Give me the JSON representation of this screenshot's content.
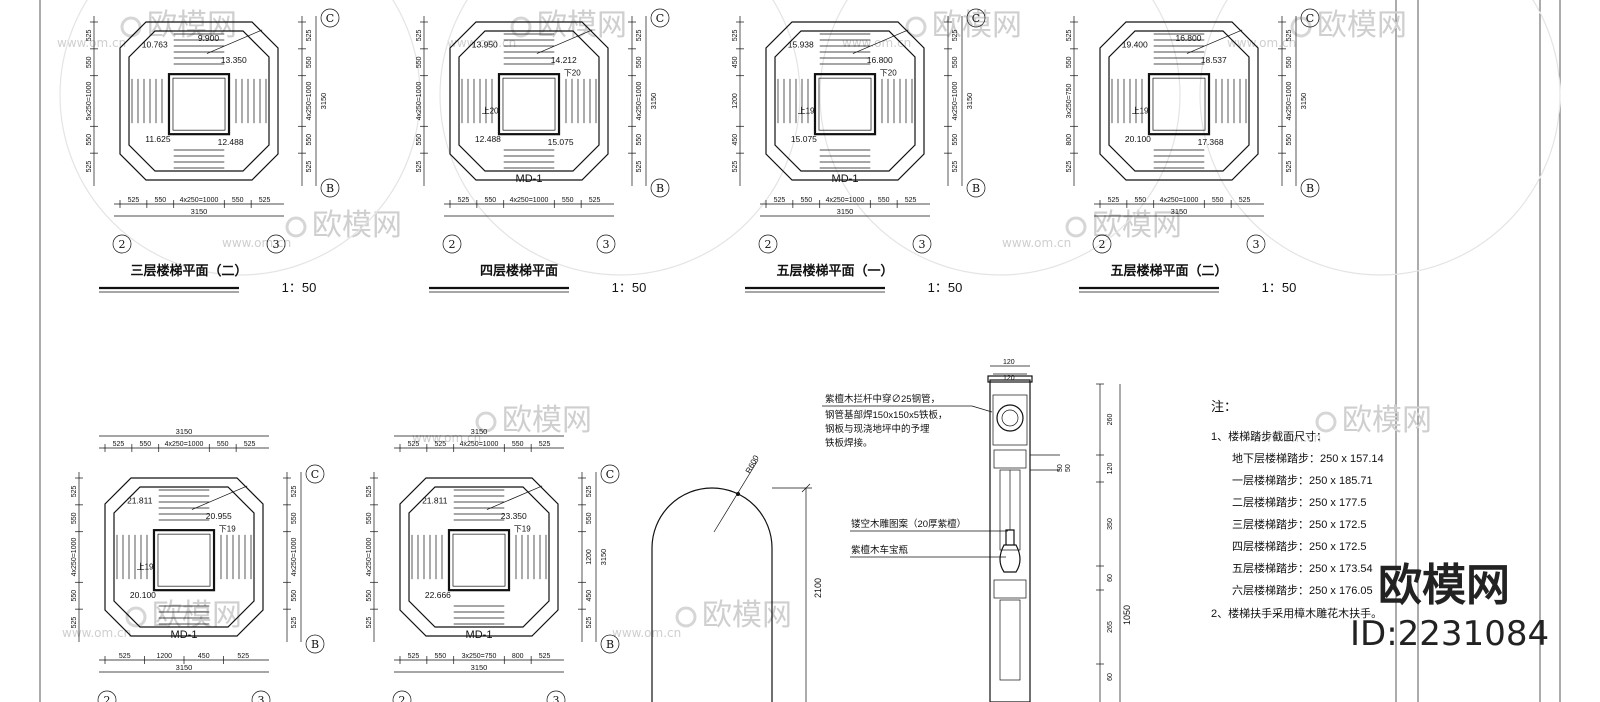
{
  "plans": [
    {
      "title": "三层楼梯平面（二）",
      "scale": "1：50",
      "axes": {
        "top": "C",
        "bottom": "B",
        "left": "2",
        "right": "3"
      },
      "dims_bottom": [
        "525",
        "550",
        "4x250=1000",
        "550",
        "525"
      ],
      "dims_total": "3150",
      "dims_left": [
        "525",
        "550",
        "5x250=1000",
        "550",
        "525"
      ],
      "dims_right": [
        "525",
        "550",
        "4x250=1000",
        "550",
        "525"
      ],
      "right_total": "3150",
      "elevations": [
        "10.763",
        "13.350",
        "11.625",
        "12.488",
        "9.900"
      ],
      "door": "",
      "up": "",
      "down": ""
    },
    {
      "title": "四层楼梯平面",
      "scale": "1：50",
      "axes": {
        "top": "C",
        "bottom": "B",
        "left": "2",
        "right": "3"
      },
      "dims_bottom": [
        "525",
        "550",
        "4x250=1000",
        "550",
        "525"
      ],
      "dims_total": "",
      "dims_left": [
        "525",
        "550",
        "4x250=1000",
        "550",
        "525"
      ],
      "dims_right": [
        "525",
        "550",
        "4x250=1000",
        "550",
        "525"
      ],
      "right_total": "3150",
      "elevations": [
        "13.950",
        "14.212",
        "12.488",
        "15.075"
      ],
      "door": "MD-1",
      "up": "上20",
      "down": "下20"
    },
    {
      "title": "五层楼梯平面（一）",
      "scale": "1：50",
      "axes": {
        "top": "C",
        "bottom": "B",
        "left": "2",
        "right": "3"
      },
      "dims_bottom": [
        "525",
        "550",
        "4x250=1000",
        "550",
        "525"
      ],
      "dims_total": "3150",
      "dims_left": [
        "525",
        "450",
        "1200",
        "450",
        "525"
      ],
      "dims_right": [
        "525",
        "550",
        "4x250=1000",
        "550",
        "525"
      ],
      "right_total": "3150",
      "elevations": [
        "15.938",
        "16.800",
        "15.075"
      ],
      "door": "MD-1",
      "up": "上19",
      "down": "下20"
    },
    {
      "title": "五层楼梯平面（二）",
      "scale": "1：50",
      "axes": {
        "top": "C",
        "bottom": "B",
        "left": "2",
        "right": "3"
      },
      "dims_bottom": [
        "525",
        "550",
        "4x250=1000",
        "550",
        "525"
      ],
      "dims_total": "3150",
      "dims_left": [
        "525",
        "550",
        "3x250=750",
        "800",
        "525"
      ],
      "dims_right": [
        "525",
        "550",
        "4x250=1000",
        "550",
        "525"
      ],
      "right_total": "3150",
      "elevations": [
        "19.400",
        "18.537",
        "20.100",
        "17.368",
        "16.800"
      ],
      "door": "",
      "up": "上19",
      "down": ""
    },
    {
      "title": "",
      "scale": "",
      "axes": {
        "top": "C",
        "bottom": "B",
        "left": "2",
        "right": "3"
      },
      "dims_top": [
        "525",
        "550",
        "4x250=1000",
        "550",
        "525"
      ],
      "dims_top_total": "3150",
      "dims_bottom": [
        "525",
        "1200",
        "450",
        "525"
      ],
      "dims_total": "3150",
      "dims_left": [
        "525",
        "550",
        "4x250=1000",
        "550",
        "525"
      ],
      "dims_right": [
        "525",
        "550",
        "4x250=1000",
        "550",
        "525"
      ],
      "right_total": "",
      "elevations": [
        "21.811",
        "20.955",
        "20.100"
      ],
      "door": "MD-1",
      "up": "上19",
      "down": "下19"
    },
    {
      "title": "",
      "scale": "",
      "axes": {
        "top": "C",
        "bottom": "B",
        "left": "2",
        "right": "3"
      },
      "dims_top": [
        "525",
        "525",
        "4x250=1000",
        "550",
        "525"
      ],
      "dims_top_total": "3150",
      "dims_bottom": [
        "525",
        "550",
        "3x250=750",
        "800",
        "525"
      ],
      "dims_total": "3150",
      "dims_left": [
        "525",
        "550",
        "4x250=1000",
        "550",
        "525"
      ],
      "dims_right": [
        "525",
        "550",
        "1200",
        "450",
        "525"
      ],
      "right_total": "3150",
      "elevations": [
        "21.811",
        "23.350",
        "22.666"
      ],
      "door": "MD-1",
      "up": "",
      "down": "下19"
    }
  ],
  "arch": {
    "radius": "R600",
    "height": "2100"
  },
  "railing": {
    "top_dims": [
      "120",
      "120"
    ],
    "right_dims": [
      "260",
      "120",
      "350",
      "60",
      "265",
      "60"
    ],
    "side_dims": [
      "50",
      "50"
    ],
    "total": "1050",
    "notes": [
      "紫檀木拦杆中穿∅25钢管，",
      "钢管基部焊150x150x5铁板，",
      "钢板与现浇地坪中的予埋",
      "铁板焊接。",
      "镂空木雕图案（20厚紫檀）",
      "紫檀木车宝瓶"
    ]
  },
  "notes": {
    "heading": "注：",
    "item1": "1、楼梯踏步截面尺寸：",
    "steps": [
      "地下层楼梯踏步：250 x 157.14",
      "一层楼梯踏步：250 x 185.71",
      "二层楼梯踏步：250 x 177.5",
      "三层楼梯踏步：250 x 172.5",
      "四层楼梯踏步：250 x 172.5",
      "五层楼梯踏步：250 x 173.54",
      "六层楼梯踏步：250 x 176.05"
    ],
    "item2": "2、楼梯扶手采用樟木雕花木扶手。"
  },
  "watermark": {
    "brand": "欧模网",
    "url": "www.om.cn"
  },
  "brand_logo": "欧模网",
  "brand_id": "ID:2231084"
}
